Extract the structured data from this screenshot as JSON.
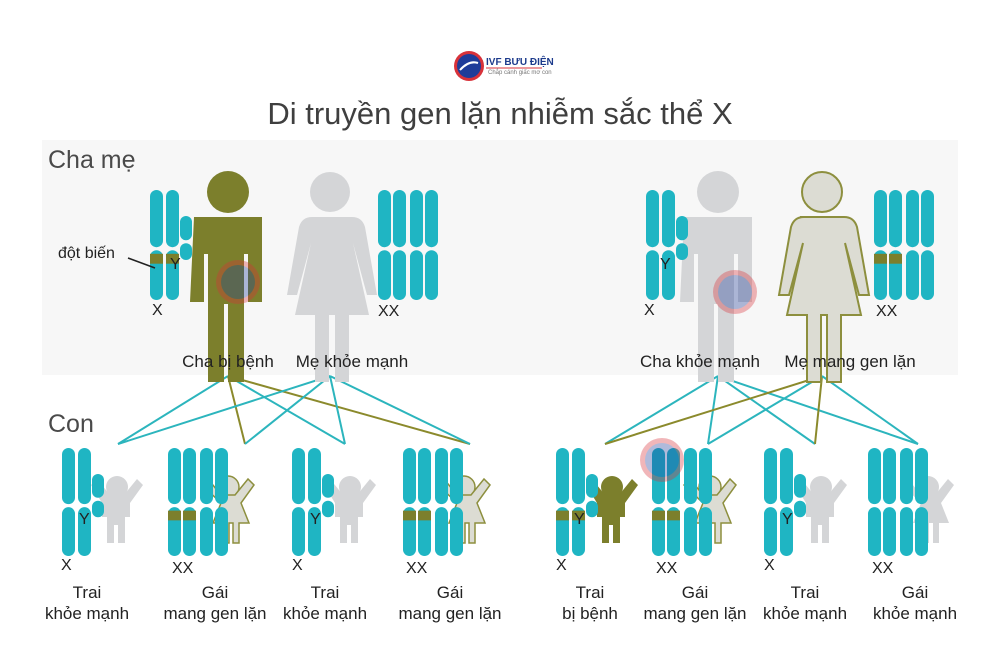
{
  "title": "Di truyền gen lặn nhiễm sắc thể X",
  "logo": {
    "name": "IVF BƯU ĐIỆN",
    "tagline": "Chắp cánh giấc mơ con"
  },
  "sections": {
    "parents": "Cha mẹ",
    "children": "Con"
  },
  "labels": {
    "mutation": "đột biến",
    "x": "X",
    "y": "Y",
    "xx": "XX"
  },
  "colors": {
    "chromosome": "#1fb5c3",
    "mutation": "#7c7f2c",
    "affected_figure": "#7c7f2c",
    "healthy_figure": "#d4d5d7",
    "carrier_figure": "#dcdcd3",
    "carrier_outline": "#8d8f3e",
    "lines_teal": "#2cb5bd",
    "lines_olive": "#8b8a2c"
  },
  "left": {
    "father": "Cha bị bệnh",
    "mother": "Mẹ khỏe mạnh",
    "children": [
      {
        "label": [
          "Trai",
          "khỏe mạnh"
        ]
      },
      {
        "label": [
          "Gái",
          "mang gen lặn"
        ]
      },
      {
        "label": [
          "Trai",
          "khỏe mạnh"
        ]
      },
      {
        "label": [
          "Gái",
          "mang gen lặn"
        ]
      }
    ]
  },
  "right": {
    "father": "Cha khỏe mạnh",
    "mother": "Mẹ mang gen lặn",
    "children": [
      {
        "label": [
          "Trai",
          "bị bệnh"
        ]
      },
      {
        "label": [
          "Gái",
          "mang gen lặn"
        ]
      },
      {
        "label": [
          "Trai",
          "khỏe mạnh"
        ]
      },
      {
        "label": [
          "Gái",
          "khỏe mạnh"
        ]
      }
    ]
  }
}
